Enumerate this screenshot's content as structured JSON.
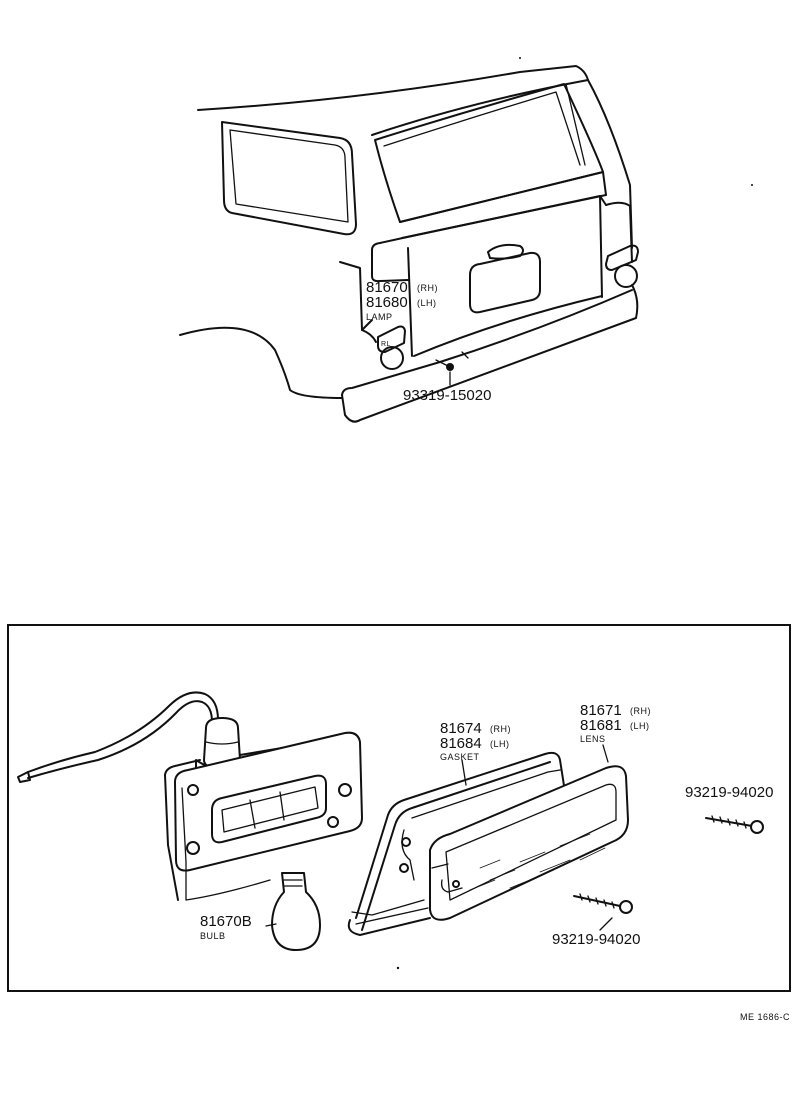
{
  "vehicle_view": {
    "lamp_rh_number": "81670",
    "lamp_rh_side": "(RH)",
    "lamp_lh_number": "81680",
    "lamp_lh_side": "(LH)",
    "lamp_name": "LAMP",
    "screw_number": "93319-15020"
  },
  "exploded_view": {
    "gasket_rh_number": "81674",
    "gasket_rh_side": "(RH)",
    "gasket_lh_number": "81684",
    "gasket_lh_side": "(LH)",
    "gasket_name": "GASKET",
    "lens_rh_number": "81671",
    "lens_rh_side": "(RH)",
    "lens_lh_number": "81681",
    "lens_lh_side": "(LH)",
    "lens_name": "LENS",
    "screw_upper_number": "93219-94020",
    "screw_lower_number": "93219-94020",
    "bulb_number": "81670B",
    "bulb_name": "BULB"
  },
  "footer": {
    "diagram_code": "ME 1686-C"
  },
  "colors": {
    "ink": "#111111",
    "paper": "#ffffff"
  }
}
